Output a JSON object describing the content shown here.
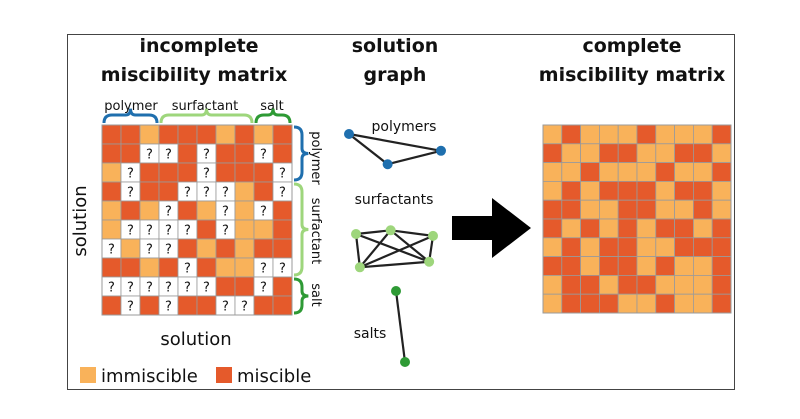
{
  "left_title": [
    "incomplete",
    "miscibility matrix"
  ],
  "middle_title": [
    "solution",
    "graph"
  ],
  "right_title": [
    "complete",
    "miscibility matrix"
  ],
  "groups": [
    {
      "key": "polymer",
      "top_label": "polymer",
      "side_label": "polymer",
      "color": "#1f6fae",
      "start": 0,
      "size": 3
    },
    {
      "key": "surfactant",
      "top_label": "surfactant",
      "side_label": "surfactant",
      "color": "#9ed67c",
      "start": 3,
      "size": 5
    },
    {
      "key": "salt",
      "top_label": "salt",
      "side_label": "salt",
      "color": "#2e9a35",
      "start": 8,
      "size": 2
    }
  ],
  "axis_x_label": "solution",
  "axis_y_label": "solution",
  "unknown_symbol": "?",
  "colors": {
    "immiscible": "#f9b25a",
    "miscible": "#e55a2b",
    "unknown": "#ffffff",
    "grid": "#9a9a9a",
    "edge": "#222222",
    "arrow": "#000000"
  },
  "legend": {
    "immiscible": "immiscible",
    "miscible": "miscible"
  },
  "incomplete_matrix": [
    "MMIMMMIMIM",
    "MM??M?MM?M",
    "I?MMM?MMM?",
    "M?MM???IM?",
    "IMI?MI?I?M",
    "I????M?IIM",
    "?I??MIMIMM",
    "MMIM?MII??",
    "??????MM?M",
    "M?M?MM??MM"
  ],
  "complete_matrix": [
    "IMIIIMIIIM",
    "MIIMMIIMMI",
    "IIMIIIMIIM",
    "IMIMMMIMMI",
    "MMIIMMIIMI",
    "MIMIMIMMIM",
    "IMIMMIIMMM",
    "MMIMMIMIIM",
    "IMMIMMIIIM",
    "IMMMIIMIIM"
  ],
  "graph": {
    "polymers": {
      "label": "polymers",
      "color": "#1f6fae",
      "edge_color": "#222222",
      "nodes": [
        [
          0,
          0
        ],
        [
          1,
          0.4
        ],
        [
          0.42,
          0.72
        ]
      ],
      "edges": [
        [
          0,
          1
        ],
        [
          1,
          2
        ],
        [
          2,
          0
        ]
      ]
    },
    "surfactants": {
      "label": "surfactants",
      "color": "#9ed67c",
      "edge_color": "#222222",
      "nodes": [
        [
          0,
          0
        ],
        [
          0.45,
          -0.1
        ],
        [
          1,
          0.05
        ],
        [
          0.05,
          0.9
        ],
        [
          0.95,
          0.75
        ]
      ],
      "edges": [
        [
          0,
          1
        ],
        [
          1,
          2
        ],
        [
          0,
          3
        ],
        [
          0,
          4
        ],
        [
          1,
          3
        ],
        [
          1,
          4
        ],
        [
          2,
          3
        ],
        [
          2,
          4
        ],
        [
          3,
          4
        ]
      ]
    },
    "salts": {
      "label": "salts",
      "color": "#2e9a35",
      "edge_color": "#222222",
      "nodes": [
        [
          0,
          0
        ],
        [
          0.3,
          1
        ]
      ],
      "edges": [
        [
          0,
          1
        ]
      ]
    }
  }
}
